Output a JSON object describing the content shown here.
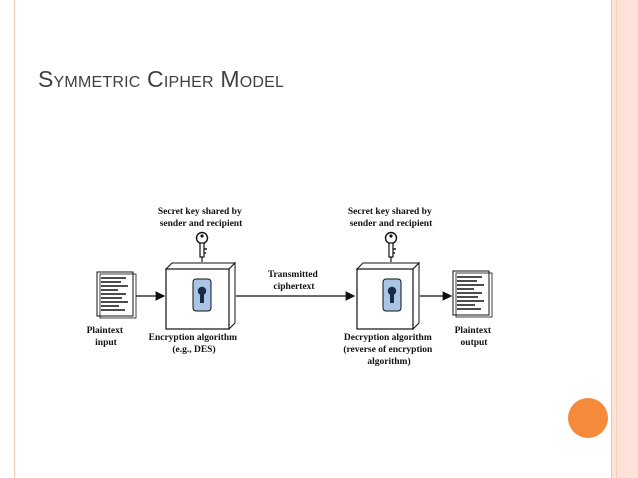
{
  "slide": {
    "title": "Symmetric Cipher Model"
  },
  "diagram": {
    "key_left": [
      "Secret key shared by",
      "sender and recipient"
    ],
    "key_right": [
      "Secret key shared by",
      "sender and recipient"
    ],
    "plaintext_input": [
      "Plaintext",
      "input"
    ],
    "encryption": [
      "Encryption algorithm",
      "(e.g., DES)"
    ],
    "transmitted": [
      "Transmitted",
      "ciphertext"
    ],
    "decryption": [
      "Decryption algorithm",
      "(reverse of encryption",
      "algorithm)"
    ],
    "plaintext_output": [
      "Plaintext",
      "output"
    ]
  },
  "colors": {
    "accent_orange": "#f58a3a",
    "frame_peach": "#fde3d7",
    "keyhole_blue": "#aac4e6"
  }
}
